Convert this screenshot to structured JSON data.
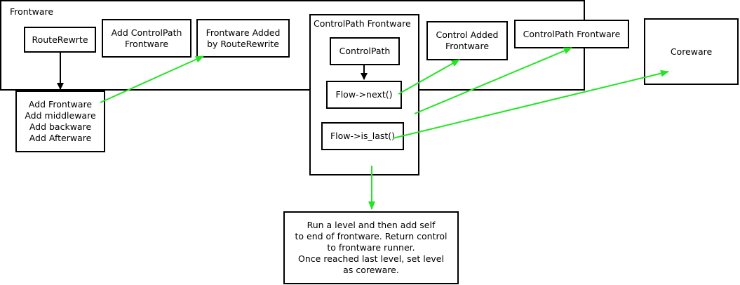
{
  "frontware": {
    "title": "Frontware",
    "route_rewrte": "RouteRewrte",
    "add_controlpath": "Add ControlPath\nFrontware",
    "frontware_added": "Frontware Added\nby RouteRewrite"
  },
  "add_list": "Add Frontware\nAdd middleware\nAdd backware\nAdd Afterware",
  "controlpath": {
    "title": "ControlPath Frontware",
    "controlpath": "ControlPath",
    "flow_next": "Flow->next()",
    "flow_is_last": "Flow->is_last()"
  },
  "control_added": "Control Added\nFrontware",
  "controlpath_frontware": "ControlPath Frontware",
  "coreware": "Coreware",
  "note": "Run a level and then add self\nto end of frontware.  Return control\nto frontware runner.\nOnce reached last level, set level\nas coreware.",
  "colors": {
    "arrow_green": "#22e622",
    "arrow_black": "#000000"
  }
}
